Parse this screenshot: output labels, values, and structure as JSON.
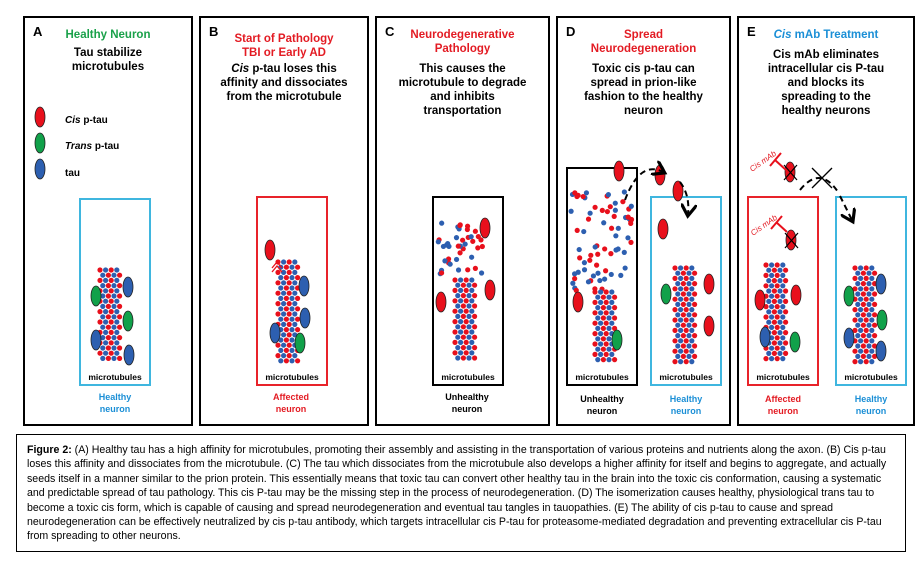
{
  "colors": {
    "cis": "#e8101c",
    "trans": "#11a14a",
    "tau": "#2d5fb0",
    "green_title": "#1aa14a",
    "red_title": "#e31b23",
    "blue_title": "#1b8fd6",
    "healthy_box": "#3fb6df",
    "affected_box": "#e8232a"
  },
  "legend": {
    "cis_em": "Cis",
    "cis_rest": " p-tau",
    "trans_em": "Trans",
    "trans_rest": " p-tau",
    "tau": "tau"
  },
  "panels": [
    {
      "id": "A",
      "title": [
        "Healthy Neuron"
      ],
      "desc": [
        "Tau stabilize",
        "microtubules"
      ]
    },
    {
      "id": "B",
      "title": [
        "Start of Pathology",
        "TBI or Early AD"
      ],
      "desc_em": "Cis",
      "desc": [
        " p-tau loses this",
        "affinity and dissociates",
        "from the microtubule"
      ]
    },
    {
      "id": "C",
      "title": [
        "Neurodegenerative",
        "Pathology"
      ],
      "desc": [
        "This causes the",
        "microtubule to degrade",
        "and inhibits",
        "transportation"
      ]
    },
    {
      "id": "D",
      "title": [
        "Spread",
        "Neurodegeneration"
      ],
      "desc": [
        "Toxic cis p-tau can",
        "spread in prion-like",
        "fashion to the healthy",
        "neuron"
      ]
    },
    {
      "id": "E",
      "title_em": "Cis",
      "title_rest": " mAb Treatment",
      "desc": [
        "Cis mAb eliminates",
        "intracellular cis P-tau",
        "and blocks its",
        "spreading to the",
        "healthy neurons"
      ]
    }
  ],
  "microtubules_label": "microtubules",
  "neuron_labels": {
    "healthy": [
      "Healthy",
      "neuron"
    ],
    "affected": [
      "Affected",
      "neuron"
    ],
    "unhealthy": [
      "Unhealthy",
      "neuron"
    ]
  },
  "antibody_label": "Cis mAb",
  "caption": {
    "label": "Figure 2:",
    "text": " (A) Healthy tau has a high affinity for microtubules, promoting their assembly and assisting in the transportation of various proteins and nutrients along the axon. (B) Cis p-tau loses this affinity and dissociates from the microtubule. (C) The tau which dissociates from the microtubule also develops a higher affinity for itself and begins to aggregate, and actually seeds itself in a manner similar to the prion protein. This essentially means that toxic tau can convert other healthy tau in the brain into the toxic cis conformation, causing a systematic and predictable spread of tau pathology. This cis P-tau may be the missing step in the process of neurodegeneration. (D) The isomerization causes healthy, physiological trans tau to become a toxic cis form, which is capable of causing and spread neurodegeneration and eventual tau tangles in tauopathies. (E) The ability of cis p-tau to cause and spread neurodegeneration can be effectively neutralized by cis p-tau antibody, which targets intracellular cis P-tau for proteasome-mediated degradation and preventing extracellular cis P-tau from spreading to other neurons."
  }
}
